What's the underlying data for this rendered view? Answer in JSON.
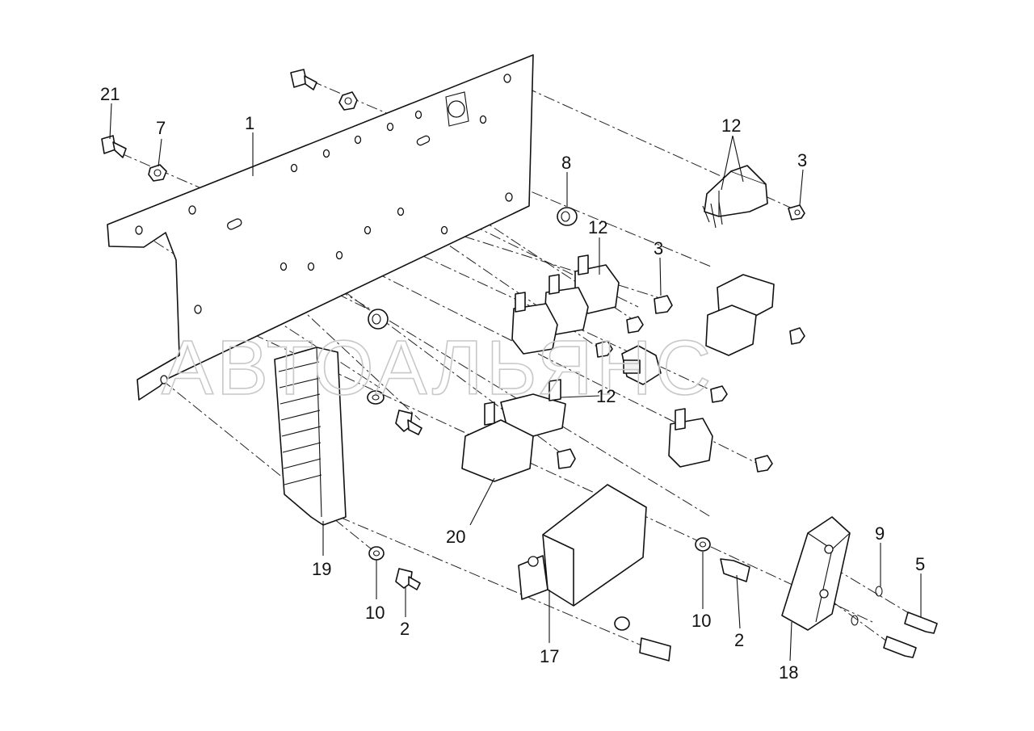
{
  "watermark": "АВТОАЛЬЯНС",
  "callouts": {
    "c1": "1",
    "c21": "21",
    "c7": "7",
    "c8": "8",
    "c12a": "12",
    "c12b": "12",
    "c12c": "12",
    "c3a": "3",
    "c3b": "3",
    "c20": "20",
    "c19": "19",
    "c10a": "10",
    "c2a": "2",
    "c17": "17",
    "c10b": "10",
    "c2b": "2",
    "c9": "9",
    "c5": "5",
    "c18": "18"
  }
}
